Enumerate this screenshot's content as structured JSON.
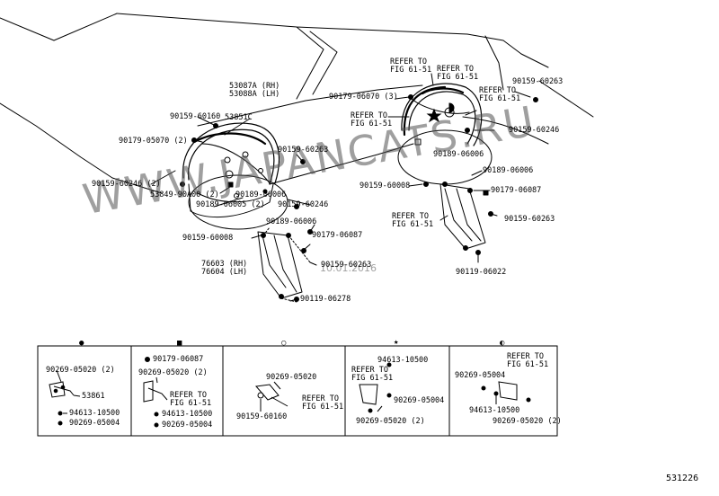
{
  "watermark": "WWW.JAPANCATS.RU",
  "date_stamp": "10.01.2016",
  "document_number": "531226",
  "main_labels": [
    {
      "id": "p53087a",
      "text": "53087A (RH)"
    },
    {
      "id": "p53088a",
      "text": "53088A (LH)"
    },
    {
      "id": "p53851c",
      "text": "53851C"
    },
    {
      "id": "p90159_60160",
      "text": "90159-60160"
    },
    {
      "id": "p90179_05070",
      "text": "90179-05070 (2)"
    },
    {
      "id": "p90159_60263a",
      "text": "90159-60263"
    },
    {
      "id": "p90159_60246",
      "text": "90159-60246 (2)"
    },
    {
      "id": "p53849_90a00",
      "text": "53849-90A00 (2)"
    },
    {
      "id": "p90189_06006a",
      "text": "90189-06006"
    },
    {
      "id": "p90189_06005",
      "text": "90189-06005 (2)"
    },
    {
      "id": "p90159_60246b",
      "text": "90159-60246"
    },
    {
      "id": "p90189_06006b",
      "text": "90189-06006"
    },
    {
      "id": "p90159_60008a",
      "text": "90159-60008"
    },
    {
      "id": "p90179_06087a",
      "text": "90179-06087"
    },
    {
      "id": "p76603",
      "text": "76603 (RH)"
    },
    {
      "id": "p76604",
      "text": "76604 (LH)"
    },
    {
      "id": "p90159_60263b",
      "text": "90159-60263"
    },
    {
      "id": "p90119_06278",
      "text": "90119-06278"
    },
    {
      "id": "refer1",
      "text": "REFER TO\nFIG 61-51"
    },
    {
      "id": "refer2",
      "text": "REFER TO\nFIG 61-51"
    },
    {
      "id": "refer3",
      "text": "REFER TO\nFIG 61-51"
    },
    {
      "id": "p90179_06070",
      "text": "90179-06070 (3)"
    },
    {
      "id": "refer4",
      "text": "REFER TO\nFIG 61-51"
    },
    {
      "id": "p90159_60263c",
      "text": "90159-60263"
    },
    {
      "id": "p90159_60246c",
      "text": "90159-60246"
    },
    {
      "id": "p90189_06006c",
      "text": "90189-06006"
    },
    {
      "id": "p90189_06006d",
      "text": "90189-06006"
    },
    {
      "id": "p90159_60008b",
      "text": "90159-60008"
    },
    {
      "id": "p90179_06087b",
      "text": "90179-06087"
    },
    {
      "id": "refer5",
      "text": "REFER TO\nFIG 61-51"
    },
    {
      "id": "p90159_60263d",
      "text": "90159-60263"
    },
    {
      "id": "p90119_06022",
      "text": "90119-06022"
    }
  ],
  "detail_boxes": [
    {
      "symbol": "●",
      "symbol_name": "filled-circle-symbol",
      "labels": [
        "90269-05020 (2)",
        "53861",
        "94613-10500",
        "90269-05004"
      ]
    },
    {
      "symbol": "■",
      "symbol_name": "filled-square-symbol",
      "labels": [
        "90179-06087",
        "90269-05020 (2)",
        "REFER TO\nFIG 61-51",
        "94613-10500",
        "90269-05004"
      ]
    },
    {
      "symbol": "○",
      "symbol_name": "open-circle-symbol",
      "labels": [
        "90269-05020",
        "REFER TO\nFIG 61-51",
        "90159-60160"
      ]
    },
    {
      "symbol": "★",
      "symbol_name": "star-symbol",
      "labels": [
        "94613-10500",
        "REFER TO\nFIG 61-51",
        "90269-05004",
        "90269-05020 (2)"
      ]
    },
    {
      "symbol": "◐",
      "symbol_name": "half-circle-symbol",
      "labels": [
        "90269-05004",
        "REFER TO\nFIG 61-51",
        "94613-10500",
        "90269-05020 (2)"
      ]
    }
  ]
}
